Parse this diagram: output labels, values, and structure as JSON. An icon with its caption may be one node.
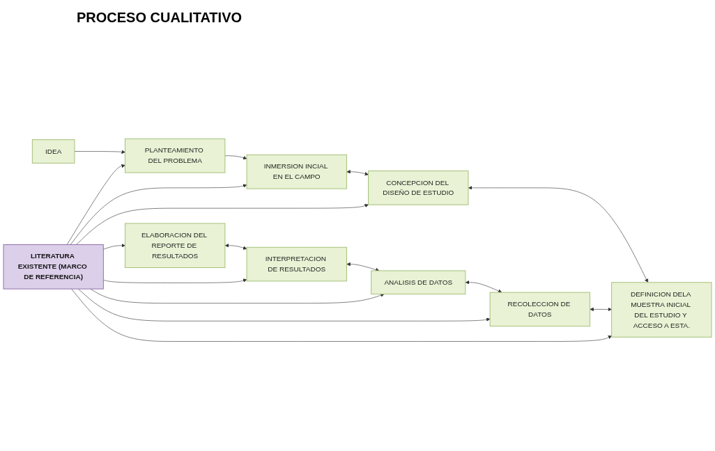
{
  "diagram": {
    "title": "PROCESO CUALITATIVO",
    "nodes": [
      {
        "text": [
          "IDEA"
        ]
      },
      {
        "text": [
          "PLANTEAMIENTO DEL PROBLEMA"
        ]
      },
      {
        "text": [
          "INMERSION INCIAL EN EL CAMPO"
        ]
      },
      {
        "text": [
          "ELABORACION DEL REPORTE DE RESULTADOS"
        ]
      },
      {
        "text": [
          "LITERATURA EXISTENTE (MARCO DE REFERENCIA)"
        ]
      },
      {
        "text": [
          "CONCEPCION DEL DISEÑO DE ESTUDIO"
        ]
      },
      {
        "text": [
          "INTERPRETACION DE RESULTADOS"
        ]
      },
      {
        "text": [
          "RECOLECCION DE DATOS"
        ]
      },
      {
        "text": [
          "DEFINICION DELA MUESTRA INICIAL DEL ESTUDIO Y ACCESO A ESTA."
        ]
      },
      {
        "text": [
          "ANALISIS DE DATOS"
        ]
      }
    ],
    "edges": [
      {
        "from": 0,
        "to": 1,
        "arrow": "to"
      },
      {
        "from": 1,
        "to": 2,
        "arrow": "to"
      },
      {
        "from": 2,
        "to": 5,
        "arrow": "both"
      },
      {
        "from": 5,
        "to": 8,
        "arrow": "both"
      },
      {
        "from": 7,
        "to": 8,
        "arrow": "both"
      },
      {
        "from": 9,
        "to": 7,
        "arrow": "both"
      },
      {
        "from": 6,
        "to": 9,
        "arrow": "both"
      },
      {
        "from": 3,
        "to": 6,
        "arrow": "both"
      },
      {
        "from": 4,
        "to": 1,
        "arrow": "to"
      },
      {
        "from": 4,
        "to": 2,
        "arrow": "to"
      },
      {
        "from": 4,
        "to": 5,
        "arrow": "to"
      },
      {
        "from": 4,
        "to": 8,
        "arrow": "to"
      },
      {
        "from": 4,
        "to": 7,
        "arrow": "to"
      },
      {
        "from": 4,
        "to": 9,
        "arrow": "to"
      },
      {
        "from": 4,
        "to": 6,
        "arrow": "to"
      },
      {
        "from": 4,
        "to": 3,
        "arrow": "to"
      }
    ]
  }
}
